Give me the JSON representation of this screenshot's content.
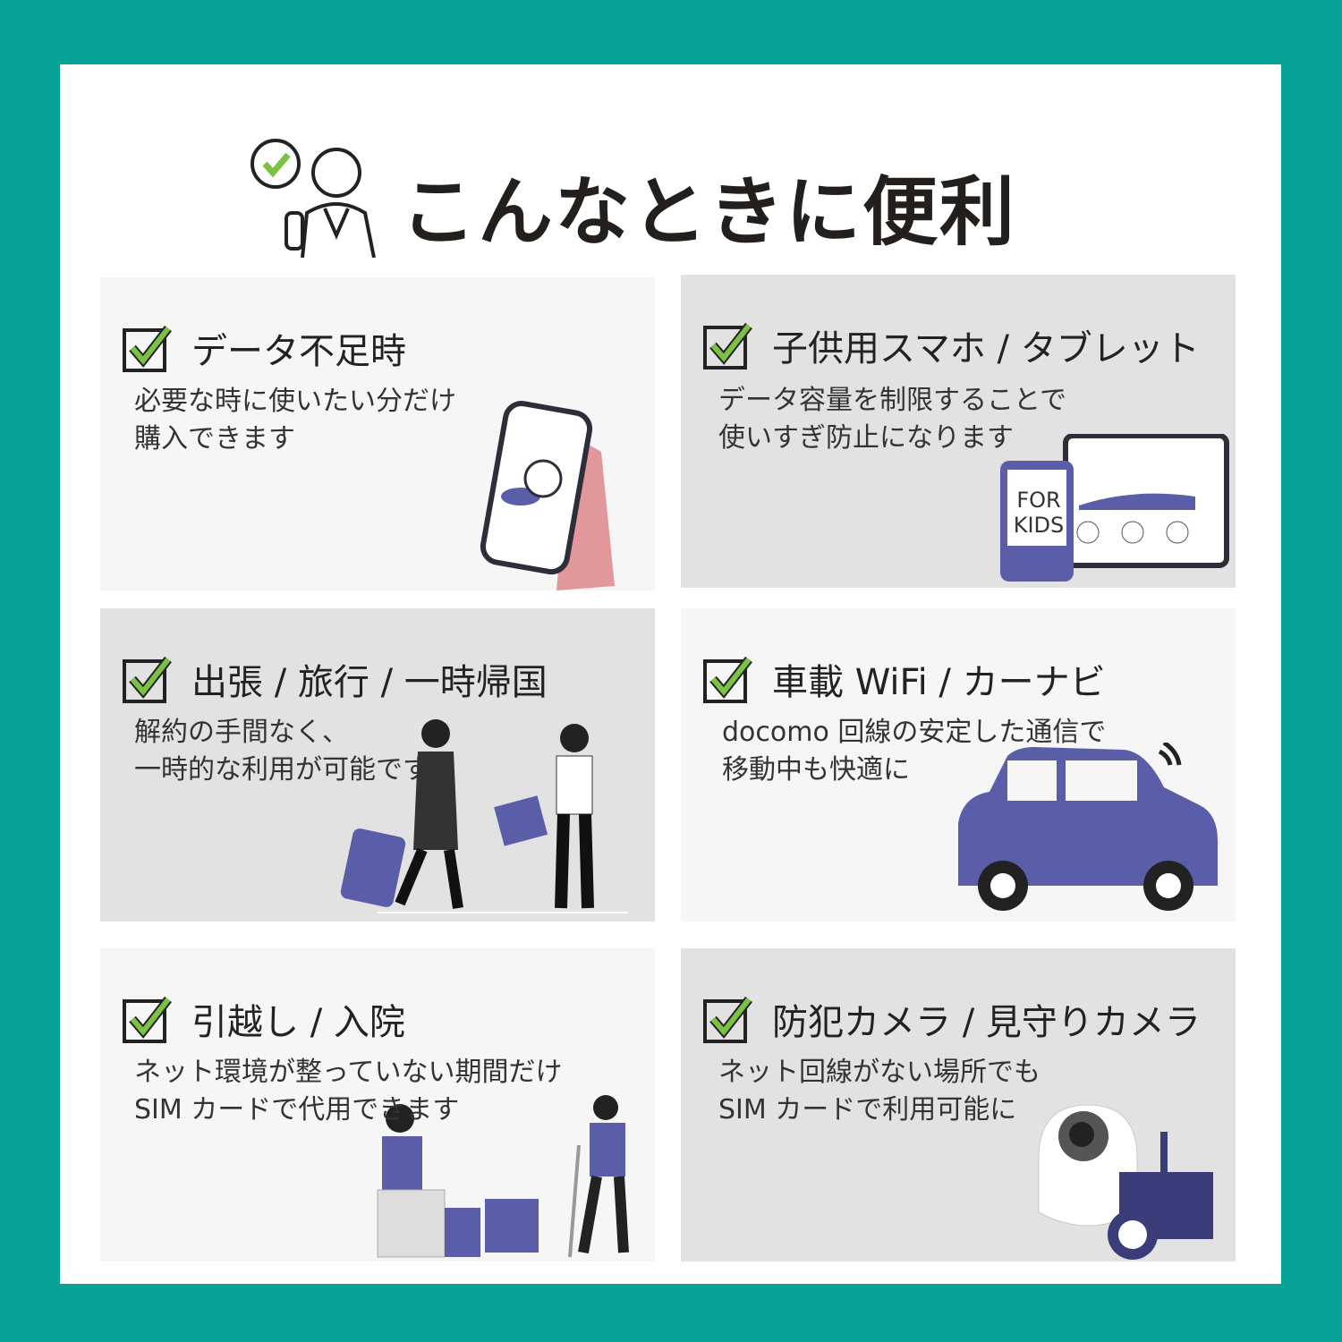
{
  "header": {
    "title": "こんなときに便利",
    "icon": "advisor-check-icon"
  },
  "colors": {
    "border": "#07a398",
    "check": "#7cc242",
    "accent": "#5a5ea8"
  },
  "cards": [
    {
      "title": "データ不足時",
      "lines": [
        "必要な時に使いたい分だけ",
        "購入できます"
      ]
    },
    {
      "title": "子供用スマホ / タブレット",
      "lines": [
        "データ容量を制限することで",
        "使いすぎ防止になります"
      ],
      "phone_text": [
        "FOR",
        "KIDS"
      ]
    },
    {
      "title": "出張 / 旅行 / 一時帰国",
      "lines": [
        "解約の手間なく、",
        "一時的な利用が可能です"
      ]
    },
    {
      "title": "車載 WiFi / カーナビ",
      "lines": [
        "docomo 回線の安定した通信で",
        "移動中も快適に"
      ]
    },
    {
      "title": "引越し / 入院",
      "lines": [
        "ネット環境が整っていない期間だけ",
        "SIM カードで代用できます"
      ]
    },
    {
      "title": "防犯カメラ / 見守りカメラ",
      "lines": [
        "ネット回線がない場所でも",
        "SIM カードで利用可能に"
      ]
    }
  ]
}
